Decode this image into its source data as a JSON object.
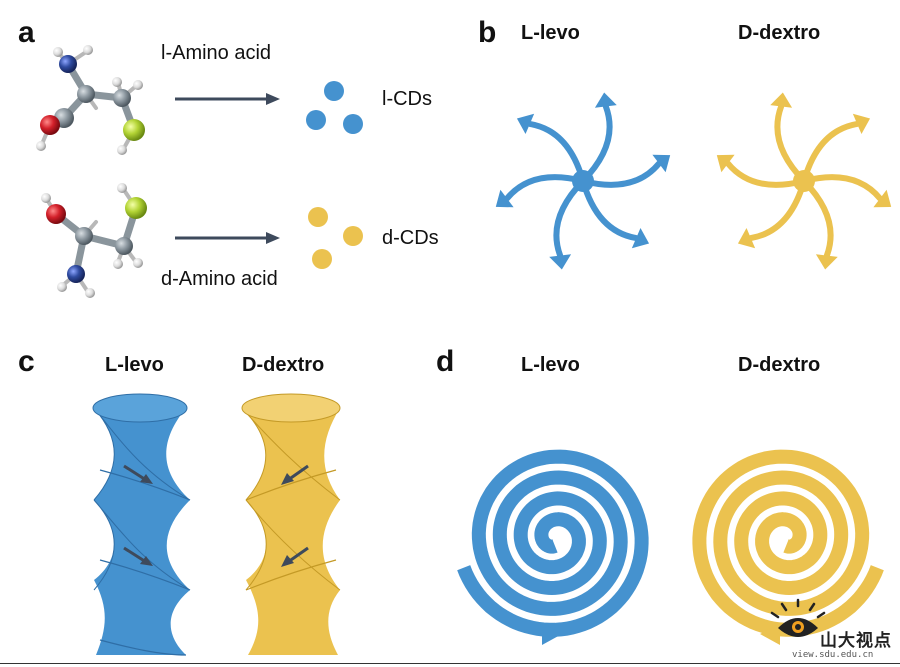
{
  "panels": {
    "a": {
      "letter": "a",
      "l_amino_acid": "l-Amino acid",
      "d_amino_acid": "d-Amino acid",
      "l_cds": "l-CDs",
      "d_cds": "d-CDs"
    },
    "b": {
      "letter": "b",
      "left_heading": "L-levo",
      "right_heading": "D-dextro"
    },
    "c": {
      "letter": "c",
      "left_heading": "L-levo",
      "right_heading": "D-dextro"
    },
    "d": {
      "letter": "d",
      "left_heading": "L-levo",
      "right_heading": "D-dextro"
    }
  },
  "watermark": {
    "text": "山大视点",
    "url": "view.sdu.edu.cn"
  },
  "colors": {
    "levo_blue": "#4592CF",
    "dextro_yellow": "#EBC24F",
    "arrow_dark": "#3E4A5C",
    "oxygen_red": "#D3202A",
    "nitrogen_blue": "#2F4BA0",
    "sulfur_green": "#B3D435",
    "carbon_gray": "#7F8B93"
  },
  "icons": [
    "molecule-icon",
    "arrow-right-icon",
    "pinwheel-icon",
    "helix-icon",
    "spiral-icon",
    "eye-logo-icon"
  ]
}
